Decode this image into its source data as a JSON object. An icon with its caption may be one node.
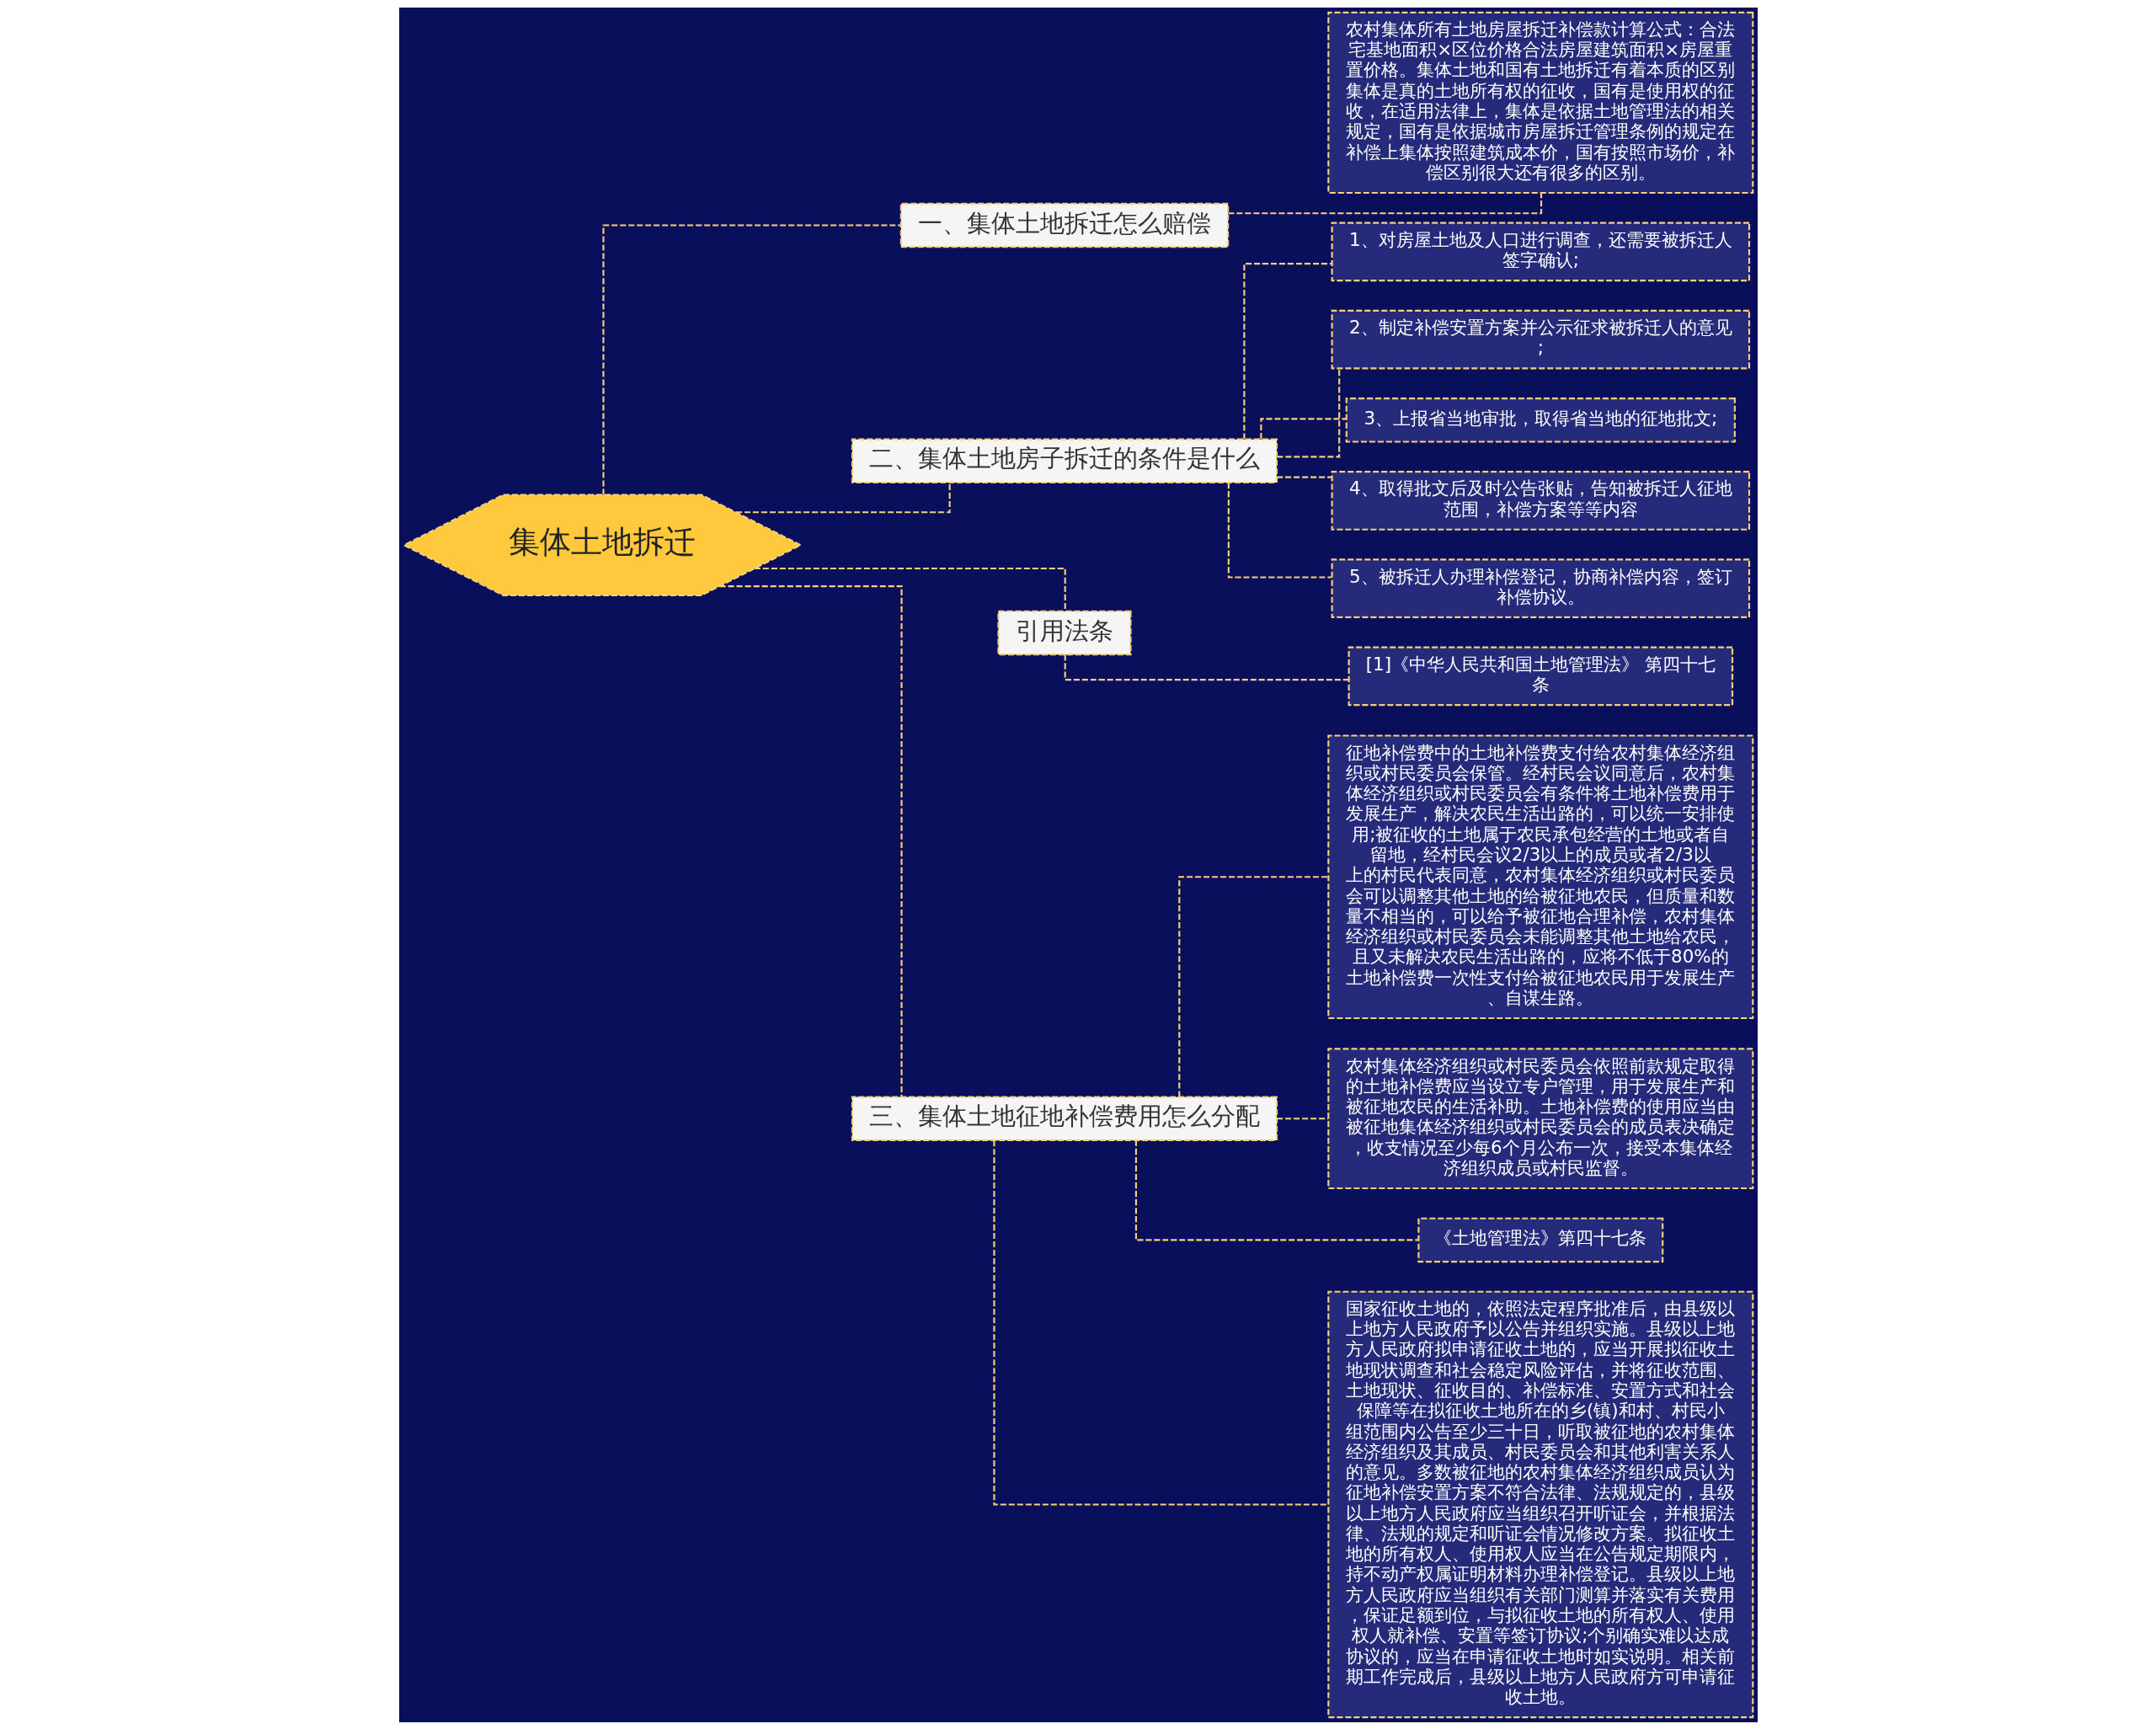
{
  "diagram": {
    "nodes": [
      {
        "text": [
          "集体土地拆迁"
        ]
      },
      {
        "text": [
          "一、集体土地拆迁怎么赔偿"
        ]
      },
      {
        "text": [
          "农村集体所有土地房屋拆迁补偿款计算公式：合法宅基地面积×区位价格合法房屋建筑面积×房屋重置价格。集体土地和国有土地拆迁有着本质的区别集体是真的土地所有权的征收，国有是使用权的征收，在适用法律上，集体是依据土地管理法的相关规定，国有是依据城市房屋拆迁管理条例的规定在补偿上集体按照建筑成本价，国有按照市场价，补偿区别很大还有很多的区别。"
        ]
      },
      {
        "text": [
          "二、集体土地房子拆迁的条件是什么"
        ]
      },
      {
        "text": [
          "1、对房屋土地及人口进行调查，还需要被拆迁人签字确认;"
        ]
      },
      {
        "text": [
          "2、制定补偿安置方案并公示征求被拆迁人的意见;"
        ]
      },
      {
        "text": [
          "3、上报省当地审批，取得省当地的征地批文;"
        ]
      },
      {
        "text": [
          "4、取得批文后及时公告张贴，告知被拆迁人征地范围，补偿方案等等内容"
        ]
      },
      {
        "text": [
          "5、被拆迁人办理补偿登记，协商补偿内容，签订补偿协议。"
        ]
      },
      {
        "text": [
          "引用法条"
        ]
      },
      {
        "text": [
          "[1]《中华人民共和国土地管理法》 第四十七条"
        ]
      },
      {
        "text": [
          "三、集体土地征地补偿费用怎么分配"
        ]
      },
      {
        "text": [
          "征地补偿费中的土地补偿费支付给农村集体经济组织或村民委员会保管。经村民会议同意后，农村集体经济组织或村民委员会有条件将土地补偿费用于发展生产，解决农民生活出路的，可以统一安排使用;被征收的土地属于农民承包经营的土地或者自留地，经村民会议2/3以上的成员或者2/3以上的村民代表同意，农村集体经济组织或村民委员会可以调整其他土地的给被征地农民，但质量和数量不相当的，可以给予被征地合理补偿，农村集体经济组织或村民委员会未能调整其他土地给农民，且又未解决农民生活出路的，应将不低于80%的土地补偿费一次性支付给被征地农民用于发展生产、自谋生路。"
        ]
      },
      {
        "text": [
          "农村集体经济组织或村民委员会依照前款规定取得的土地补偿费应当设立专户管理，用于发展生产和被征地农民的生活补助。土地补偿费的使用应当由被征地集体经济组织或村民委员会的成员表决确定，收支情况至少每6个月公布一次，接受本集体经济组织成员或村民监督。"
        ]
      },
      {
        "text": [
          "《土地管理法》第四十七条"
        ]
      },
      {
        "text": [
          "国家征收土地的，依照法定程序批准后，由县级以上地方人民政府予以公告并组织实施。县级以上地方人民政府拟申请征收土地的，应当开展拟征收土地现状调查和社会稳定风险评估，并将征收范围、土地现状、征收目的、补偿标准、安置方式和社会保障等在拟征收土地所在的乡(镇)和村、村民小组范围内公告至少三十日，听取被征地的农村集体经济组织及其成员、村民委员会和其他利害关系人的意见。多数被征地的农村集体经济组织成员认为征地补偿安置方案不符合法律、法规规定的，县级以上地方人民政府应当组织召开听证会，并根据法律、法规的规定和听证会情况修改方案。拟征收土地的所有权人、使用权人应当在公告规定期限内，持不动产权属证明材料办理补偿登记。县级以上地方人民政府应当组织有关部门测算并落实有关费用，保证足额到位，与拟征收土地的所有权人、使用权人就补偿、安置等签订协议;个别确实难以达成协议的，应当在申请征收土地时如实说明。相关前期工作完成后，县级以上地方人民政府方可申请征收土地。"
        ]
      }
    ],
    "edges": [
      {
        "from": 0,
        "to": 1,
        "arrow": "none"
      },
      {
        "from": 1,
        "to": 2,
        "arrow": "none"
      },
      {
        "from": 0,
        "to": 3,
        "arrow": "none"
      },
      {
        "from": 3,
        "to": 4,
        "arrow": "none"
      },
      {
        "from": 3,
        "to": 5,
        "arrow": "none"
      },
      {
        "from": 3,
        "to": 6,
        "arrow": "none"
      },
      {
        "from": 3,
        "to": 7,
        "arrow": "none"
      },
      {
        "from": 3,
        "to": 8,
        "arrow": "none"
      },
      {
        "from": 0,
        "to": 9,
        "arrow": "none"
      },
      {
        "from": 9,
        "to": 10,
        "arrow": "none"
      },
      {
        "from": 0,
        "to": 11,
        "arrow": "none"
      },
      {
        "from": 11,
        "to": 12,
        "arrow": "none"
      },
      {
        "from": 11,
        "to": 13,
        "arrow": "none"
      },
      {
        "from": 11,
        "to": 14,
        "arrow": "none"
      },
      {
        "from": 11,
        "to": 15,
        "arrow": "none"
      }
    ]
  }
}
